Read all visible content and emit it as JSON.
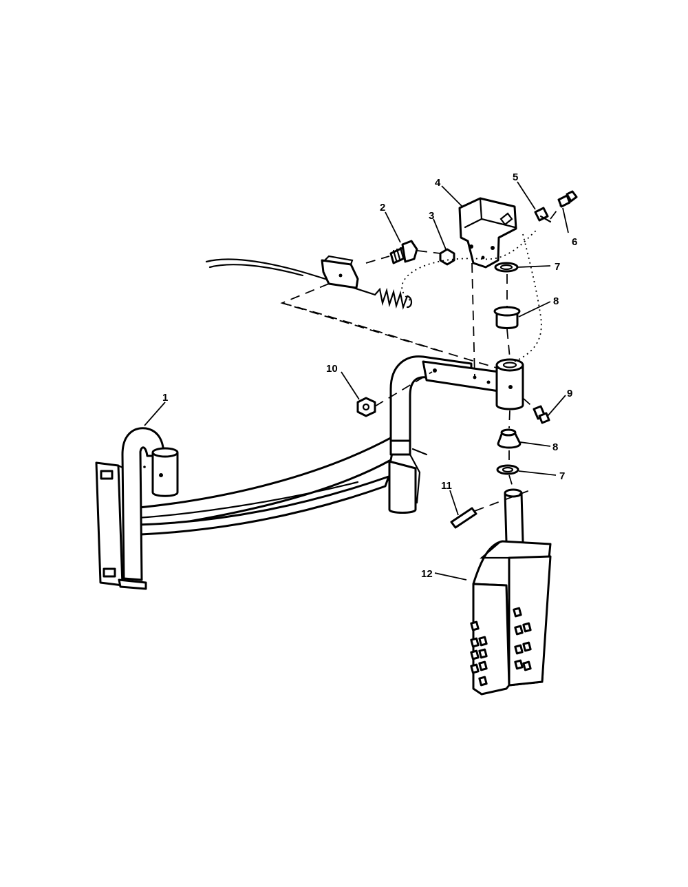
{
  "callouts": [
    {
      "id": "1",
      "text": "1"
    },
    {
      "id": "2",
      "text": "2"
    },
    {
      "id": "3",
      "text": "3"
    },
    {
      "id": "4",
      "text": "4"
    },
    {
      "id": "5",
      "text": "5"
    },
    {
      "id": "6",
      "text": "6"
    },
    {
      "id": "7a",
      "text": "7"
    },
    {
      "id": "8a",
      "text": "8"
    },
    {
      "id": "9",
      "text": "9"
    },
    {
      "id": "10",
      "text": "10"
    },
    {
      "id": "8b",
      "text": "8"
    },
    {
      "id": "7b",
      "text": "7"
    },
    {
      "id": "11",
      "text": "11"
    },
    {
      "id": "12",
      "text": "12"
    }
  ]
}
